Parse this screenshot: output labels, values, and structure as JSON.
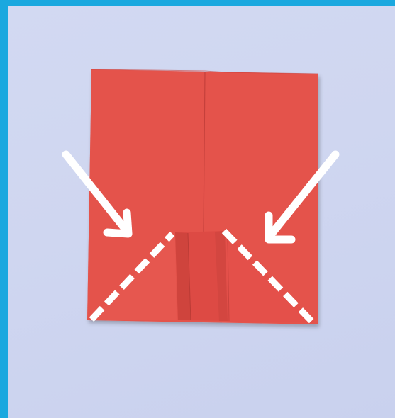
{
  "image": {
    "subject": "origami-step-fold-corners",
    "frame_color": "#1aa8df",
    "background_color": "#d0d7f1",
    "paper_color": "#e4524b",
    "paper_shadow_color": "#c9413b",
    "paper_highlight_color": "#ec5d55",
    "guide_color": "#ffffff",
    "icons": [
      "arrow-down-right-icon",
      "arrow-down-left-icon",
      "dashed-fold-line-left",
      "dashed-fold-line-right"
    ]
  }
}
